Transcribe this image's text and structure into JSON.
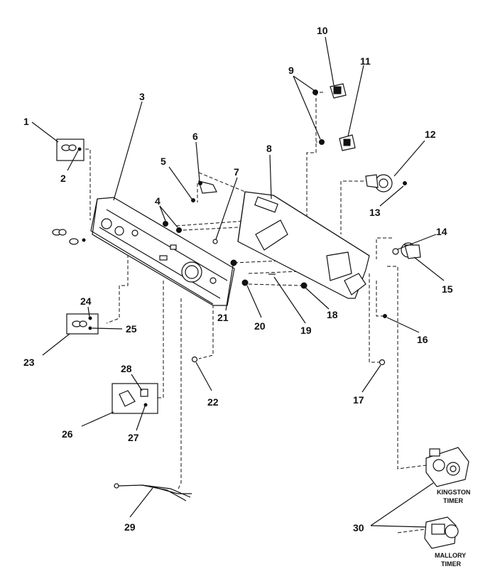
{
  "callouts": {
    "c1": "1",
    "c2": "2",
    "c3": "3",
    "c4": "4",
    "c5": "5",
    "c6": "6",
    "c7": "7",
    "c8": "8",
    "c9": "9",
    "c10": "10",
    "c11": "11",
    "c12": "12",
    "c13": "13",
    "c14": "14",
    "c15": "15",
    "c16": "16",
    "c17": "17",
    "c18": "18",
    "c19": "19",
    "c20": "20",
    "c21": "21",
    "c22": "22",
    "c23": "23",
    "c24": "24",
    "c25": "25",
    "c26": "26",
    "c27": "27",
    "c28": "28",
    "c29": "29",
    "c30": "30"
  },
  "captions": {
    "kingston_line1": "KINGSTON",
    "kingston_line2": "TIMER",
    "mallory_line1": "MALLORY",
    "mallory_line2": "TIMER"
  }
}
